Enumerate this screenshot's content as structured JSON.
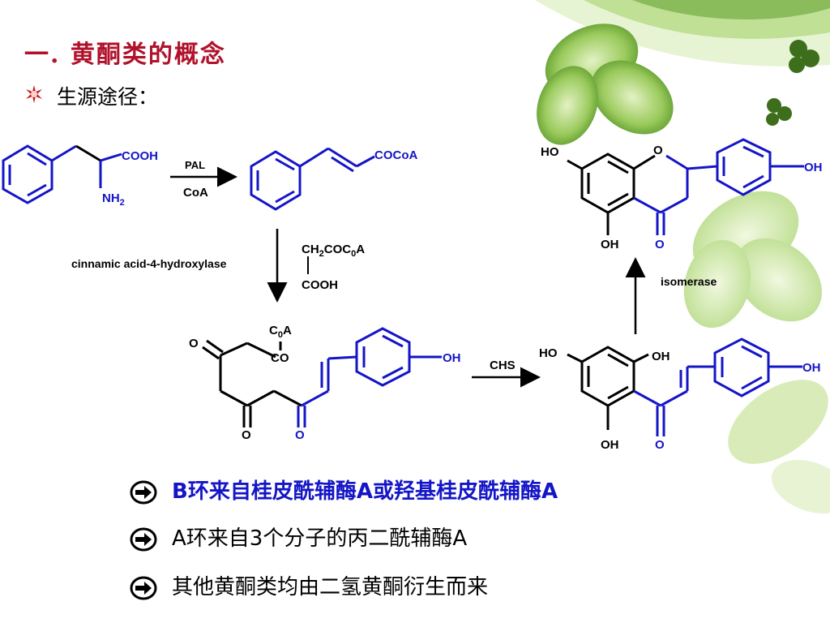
{
  "slide": {
    "title": "一. 黄酮类的概念",
    "subtitle": "生源途径：",
    "bullets": [
      "B环来自桂皮酰辅酶A或羟基桂皮酰辅酶A",
      "A环来自3个分子的丙二酰辅酶A",
      "其他黄酮类均由二氢黄酮衍生而来"
    ]
  },
  "scheme": {
    "phe_cooh": "COOH",
    "phe_nh2": "NH",
    "nh2_sub": "2",
    "pal": "PAL",
    "coa": "CoA",
    "cinnamoyl": "COCoA",
    "hydroxylase": "cinnamic acid-4-hydroxylase",
    "malonyl_top": "CH",
    "malonyl_top_sub": "2",
    "malonyl_top_rest": "COC",
    "malonyl_top_sub2": "0",
    "malonyl_top_end": "A",
    "malonyl_bottom": "COOH",
    "poly_coa": "C",
    "poly_coa_sub": "0",
    "poly_coa_end": "A",
    "poly_co": "CO",
    "o": "O",
    "oh": "OH",
    "ho": "HO",
    "chs": "CHS",
    "isomerase": "isomerase"
  },
  "colors": {
    "title": "#b0122c",
    "blue": "#1515c8",
    "black": "#000000",
    "leaf": "#5aa82a"
  }
}
